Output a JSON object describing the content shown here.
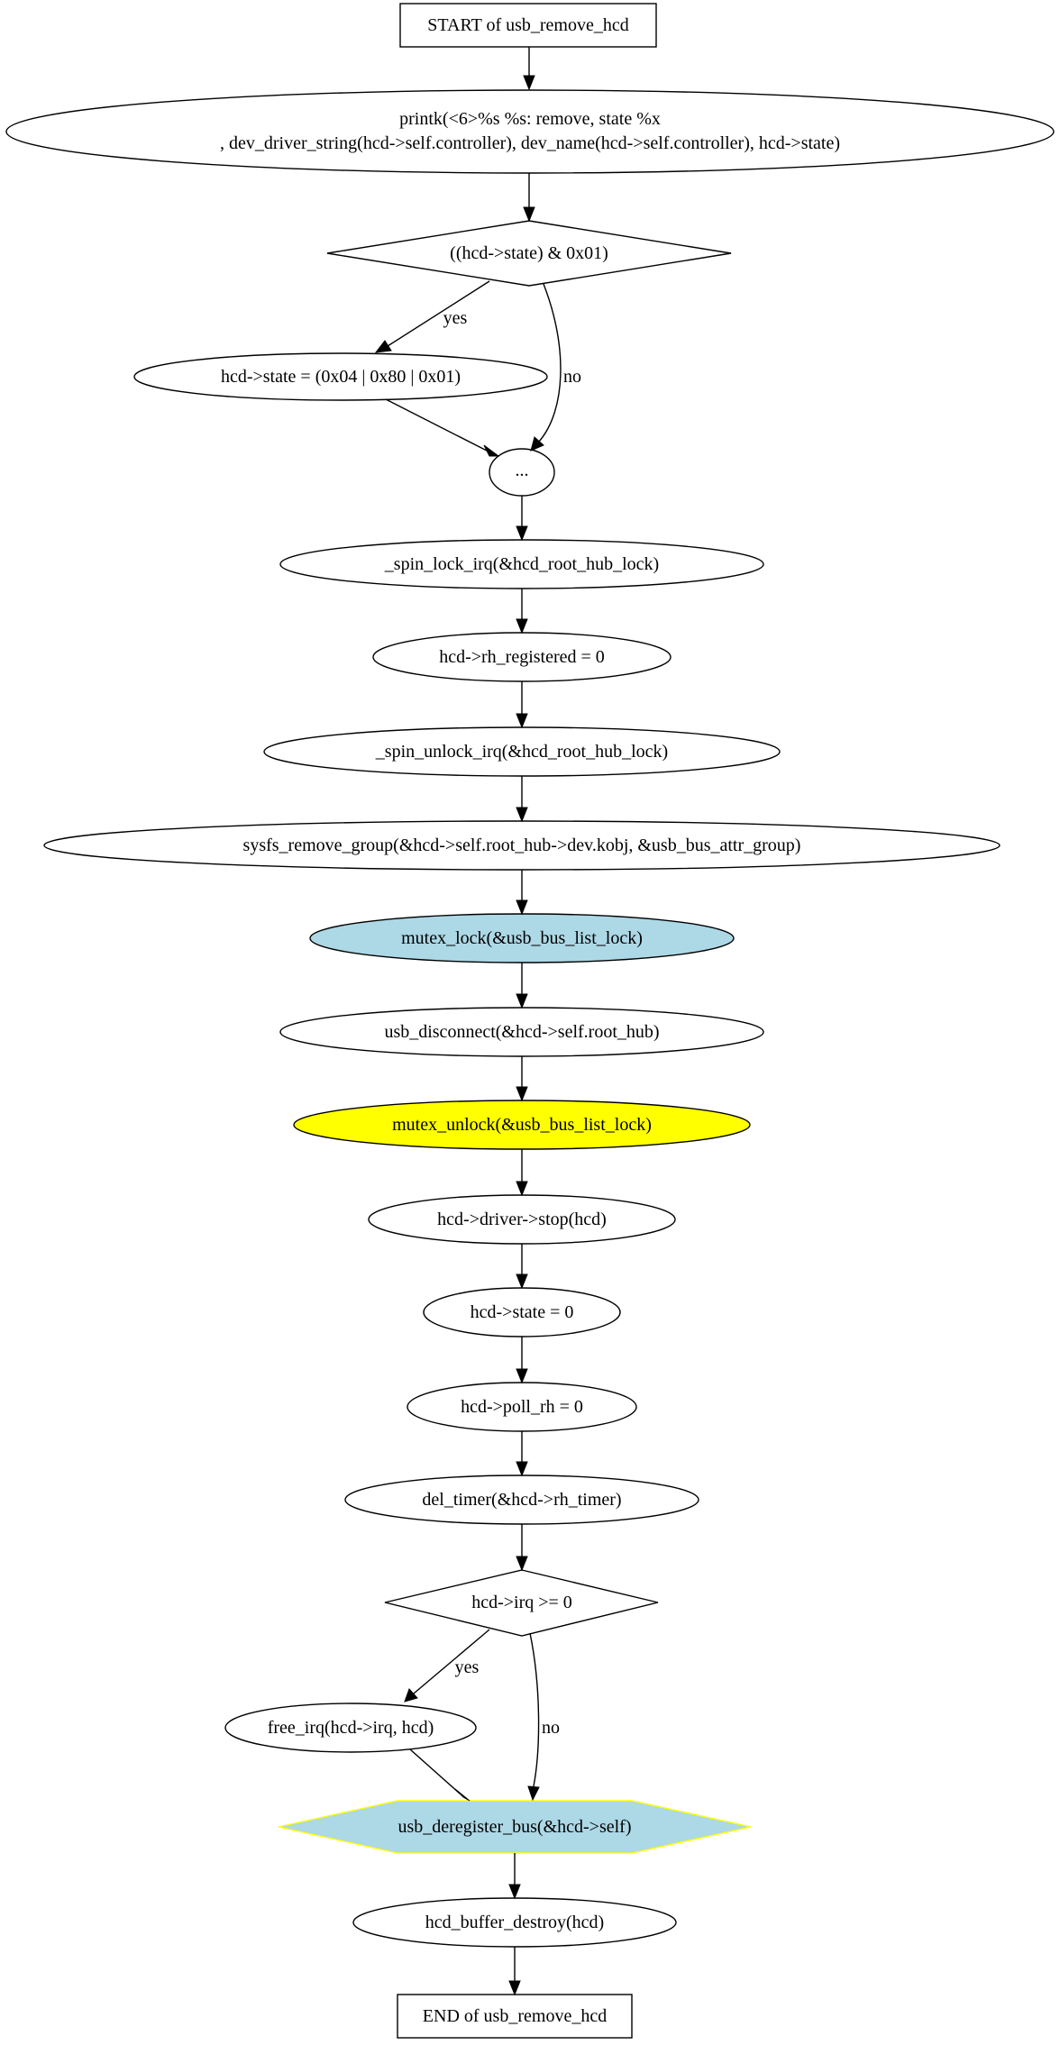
{
  "colors": {
    "default_fill": "#ffffff",
    "stroke": "#000000",
    "lightblue": "#add8e6",
    "yellow": "#ffff00",
    "hex_stroke": "#ffff00"
  },
  "nodes": {
    "start": "START of usb_remove_hcd",
    "printk_line1": "printk(<6>%s %s: remove, state %x",
    "printk_line2": ", dev_driver_string(hcd->self.controller), dev_name(hcd->self.controller), hcd->state)",
    "decision_state": "((hcd->state) & 0x01)",
    "assign_state": "hcd->state = (0x04 | 0x80 | 0x01)",
    "ellipsis": "...",
    "spin_lock": "_spin_lock_irq(&hcd_root_hub_lock)",
    "rh_registered": "hcd->rh_registered = 0",
    "spin_unlock": "_spin_unlock_irq(&hcd_root_hub_lock)",
    "sysfs_remove": "sysfs_remove_group(&hcd->self.root_hub->dev.kobj, &usb_bus_attr_group)",
    "mutex_lock": "mutex_lock(&usb_bus_list_lock)",
    "usb_disconnect": "usb_disconnect(&hcd->self.root_hub)",
    "mutex_unlock": "mutex_unlock(&usb_bus_list_lock)",
    "driver_stop": "hcd->driver->stop(hcd)",
    "state_zero": "hcd->state = 0",
    "poll_rh": "hcd->poll_rh = 0",
    "del_timer": "del_timer(&hcd->rh_timer)",
    "decision_irq": "hcd->irq >= 0",
    "free_irq": "free_irq(hcd->irq, hcd)",
    "deregister": "usb_deregister_bus(&hcd->self)",
    "buffer_destroy": "hcd_buffer_destroy(hcd)",
    "end": "END of usb_remove_hcd"
  },
  "edges": {
    "yes_label_1": "yes",
    "no_label_1": "no",
    "yes_label_2": "yes",
    "no_label_2": "no"
  }
}
